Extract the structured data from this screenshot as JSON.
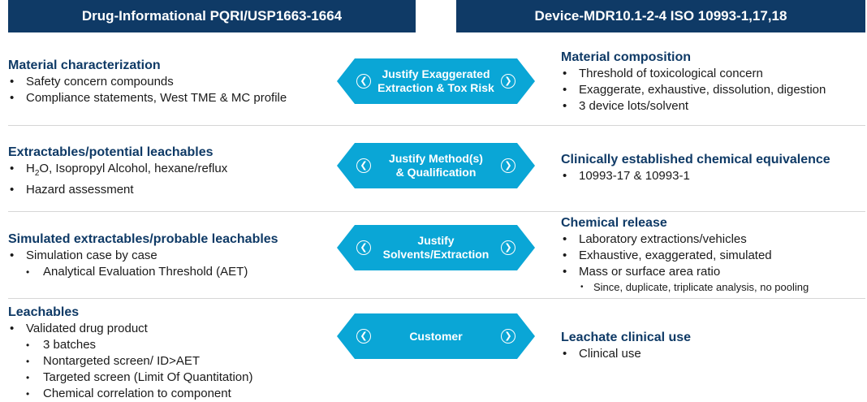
{
  "headers": {
    "left": "Drug-Informational  PQRI/USP1663-1664",
    "right": "Device-MDR10.1-2-4  ISO 10993-1,17,18"
  },
  "colors": {
    "header_bg": "#0f3a66",
    "arrow_fill": "#0aa6d6",
    "title_text": "#0f3a66"
  },
  "rows": [
    {
      "left": {
        "title": "Material characterization",
        "items": [
          "Safety concern compounds",
          "Compliance statements, West TME & MC profile"
        ]
      },
      "arrow": {
        "line1": "Justify Exaggerated",
        "line2": "Extraction & Tox Risk",
        "left_icon": "chevron-left-circle-icon",
        "right_icon": "chevron-right-circle-icon"
      },
      "right": {
        "title": "Material composition",
        "items": [
          "Threshold of toxicological concern",
          "Exaggerate, exhaustive, dissolution, digestion",
          "3 device lots/solvent"
        ]
      }
    },
    {
      "left": {
        "title": "Extractables/potential leachables",
        "items": [
          "H",
          "2",
          "O, Isopropyl Alcohol, hexane/reflux",
          "Hazard assessment"
        ]
      },
      "arrow": {
        "line1": "Justify Method(s)",
        "line2": "& Qualification"
      },
      "right": {
        "title": "Clinically established chemical equivalence",
        "items": [
          "10993-17 & 10993-1"
        ]
      }
    },
    {
      "left": {
        "title": "Simulated extractables/probable leachables",
        "items": [
          "Simulation case by case"
        ],
        "subitems": [
          "Analytical Evaluation Threshold (AET)"
        ]
      },
      "arrow": {
        "line1": "Justify",
        "line2": "Solvents/Extraction"
      },
      "right": {
        "title": "Chemical release",
        "items": [
          "Laboratory extractions/vehicles",
          "Exhaustive,  exaggerated,  simulated",
          "Mass or surface area ratio"
        ],
        "subitems": [
          "Since, duplicate, triplicate analysis, no pooling"
        ]
      }
    },
    {
      "left": {
        "title": "Leachables",
        "items": [
          "Validated drug product"
        ],
        "subitems": [
          "3 batches",
          "Nontargeted screen/ ID>AET",
          "Targeted screen (Limit Of Quantitation)",
          "Chemical correlation to component"
        ]
      },
      "arrow": {
        "line1": "Customer"
      },
      "right": {
        "title": "Leachate clinical use",
        "items": [
          "Clinical use"
        ]
      }
    }
  ]
}
